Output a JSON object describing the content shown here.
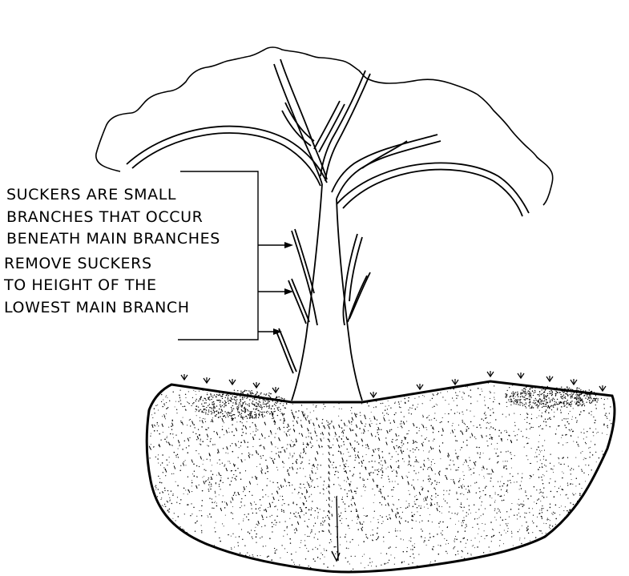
{
  "annotations": {
    "suckers_definition": [
      "SUCKERS  ARE SMALL",
      "BRANCHES THAT OCCUR",
      "BENEATH MAIN BRANCHES"
    ],
    "removal_instruction": [
      "REMOVE SUCKERS",
      "TO HEIGHT OF THE",
      "LOWEST MAIN BRANCH"
    ]
  },
  "colors": {
    "line": "#000000",
    "background": "#ffffff"
  }
}
